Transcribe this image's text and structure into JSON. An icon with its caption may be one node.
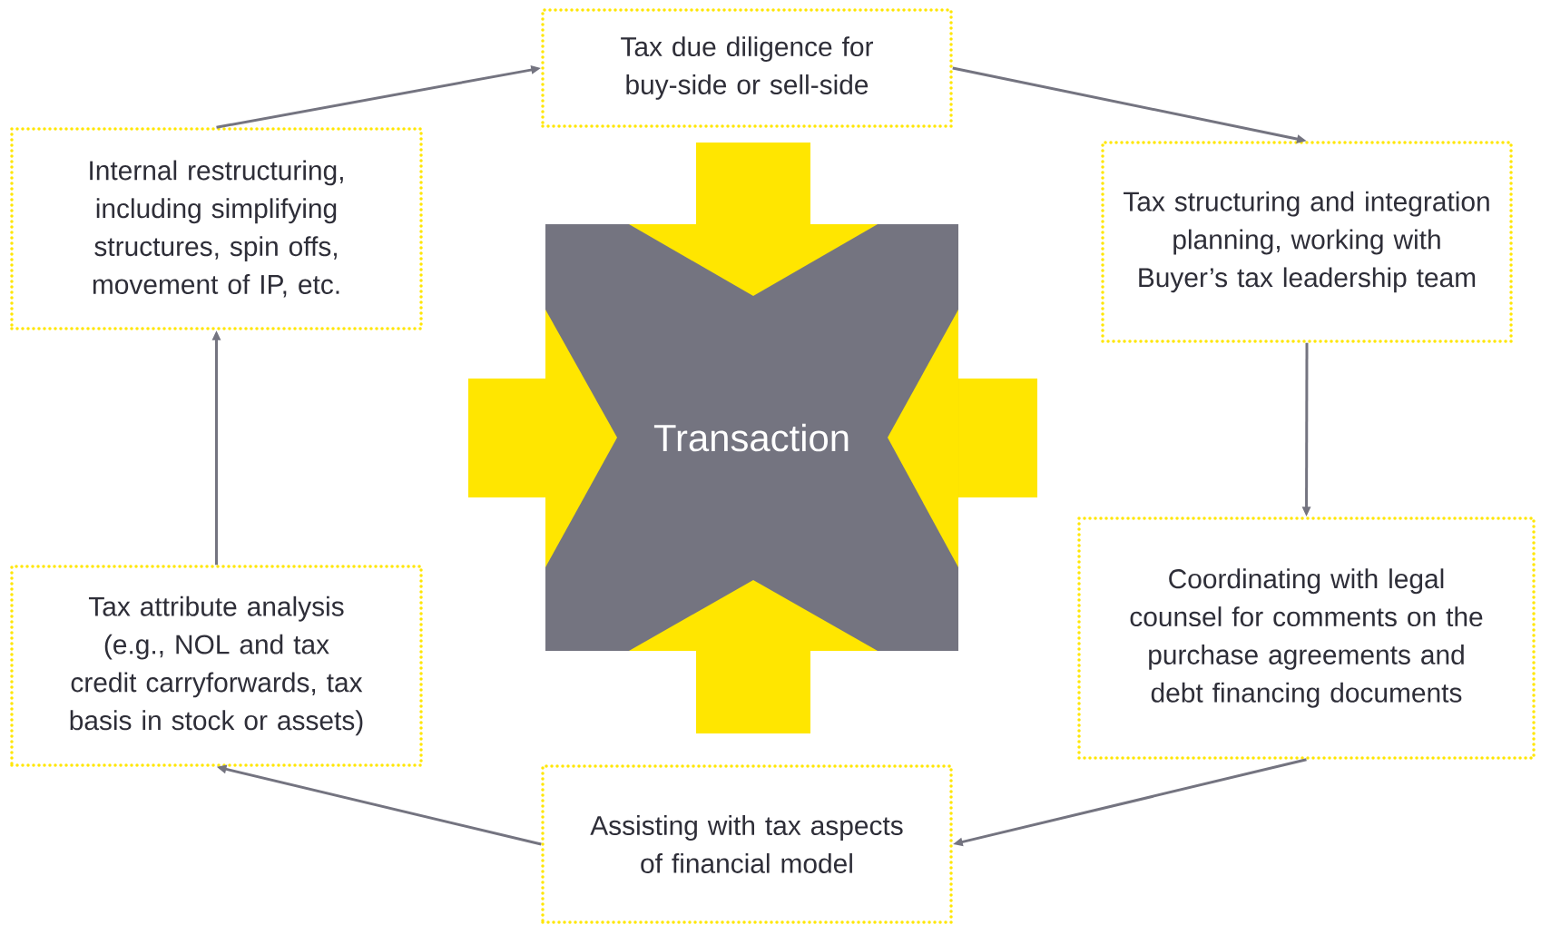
{
  "diagram": {
    "nodes": [
      {
        "text": [
          "Tax due diligence for buy-side or sell-side"
        ]
      },
      {
        "text": [
          "Tax structuring and integration planning, working with Buyer’s tax leadership team"
        ]
      },
      {
        "text": [
          "Coordinating with legal counsel for comments on the purchase agreements and debt financing documents"
        ]
      },
      {
        "text": [
          "Assisting with tax aspects of financial model"
        ]
      },
      {
        "text": [
          "Tax attribute analysis (e.g., NOL and tax credit carryforwards, tax basis in stock or assets)"
        ]
      },
      {
        "text": [
          "Internal restructuring, including simplifying structures, spin offs, movement of IP, etc."
        ]
      },
      {
        "text": [
          "Transaction"
        ]
      }
    ],
    "edges": [
      {
        "from": 5,
        "to": 0,
        "arrow": "to"
      },
      {
        "from": 0,
        "to": 1,
        "arrow": "to"
      },
      {
        "from": 1,
        "to": 2,
        "arrow": "to"
      },
      {
        "from": 2,
        "to": 3,
        "arrow": "to"
      },
      {
        "from": 3,
        "to": 4,
        "arrow": "to"
      },
      {
        "from": 4,
        "to": 5,
        "arrow": "to"
      }
    ]
  }
}
